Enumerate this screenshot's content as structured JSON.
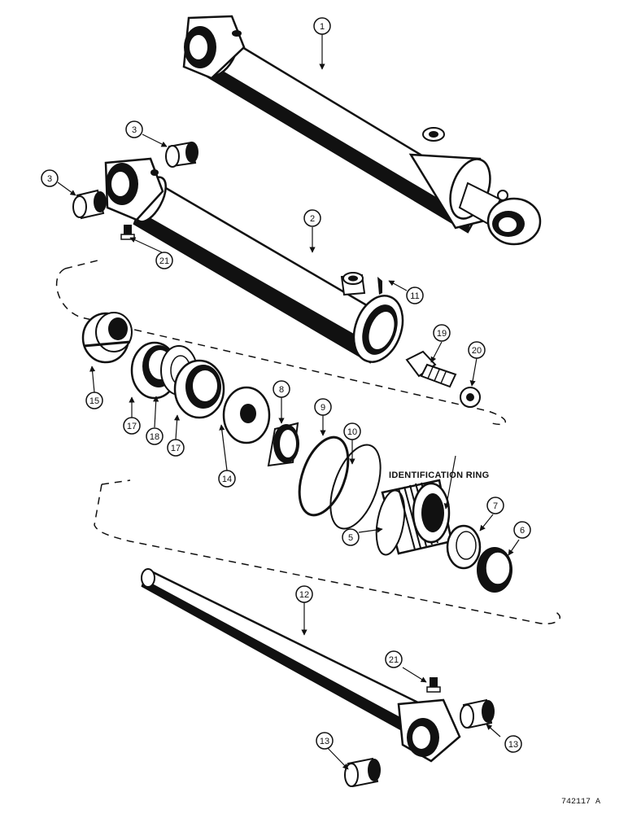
{
  "callouts": [
    {
      "id": "c1",
      "label": "1"
    },
    {
      "id": "c2",
      "label": "2"
    },
    {
      "id": "c3a",
      "label": "3"
    },
    {
      "id": "c3b",
      "label": "3"
    },
    {
      "id": "c5",
      "label": "5"
    },
    {
      "id": "c6",
      "label": "6"
    },
    {
      "id": "c7",
      "label": "7"
    },
    {
      "id": "c8",
      "label": "8"
    },
    {
      "id": "c9",
      "label": "9"
    },
    {
      "id": "c10",
      "label": "10"
    },
    {
      "id": "c11",
      "label": "11"
    },
    {
      "id": "c12",
      "label": "12"
    },
    {
      "id": "c13a",
      "label": "13"
    },
    {
      "id": "c13b",
      "label": "13"
    },
    {
      "id": "c14",
      "label": "14"
    },
    {
      "id": "c15",
      "label": "15"
    },
    {
      "id": "c17a",
      "label": "17"
    },
    {
      "id": "c17b",
      "label": "17"
    },
    {
      "id": "c18",
      "label": "18"
    },
    {
      "id": "c19",
      "label": "19"
    },
    {
      "id": "c20",
      "label": "20"
    },
    {
      "id": "c21a",
      "label": "21"
    },
    {
      "id": "c21b",
      "label": "21"
    }
  ],
  "annotation": {
    "identification_ring": "IDENTIFICATION RING"
  },
  "figure_number": "742117 A"
}
